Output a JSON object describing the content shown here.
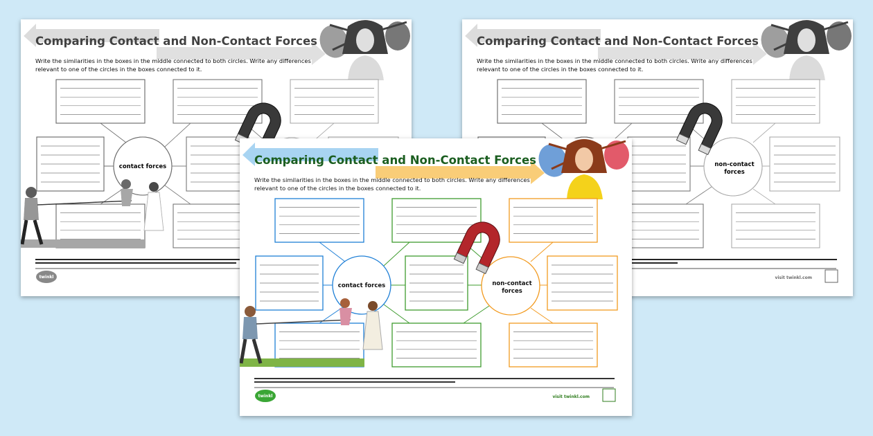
{
  "worksheet": {
    "title": "Comparing Contact and Non-Contact Forces",
    "instructions_line1": "Write the similarities in the boxes in the middle connected to both circles. Write any differences",
    "instructions_line2": "relevant to one of the circles in the boxes connected to it.",
    "circle_left": "contact forces",
    "circle_right_line1": "non-contact",
    "circle_right_line2": "forces",
    "logo": "twinkl",
    "website": "visit twinkl.com"
  },
  "colors": {
    "background": "#cfe9f7",
    "title": "#1b5e20",
    "contact": "#1e7fd6",
    "similar": "#3e9b2e",
    "noncontact": "#f29a1f"
  },
  "versions": [
    "black-and-white",
    "colour",
    "black-and-white-alternate"
  ]
}
